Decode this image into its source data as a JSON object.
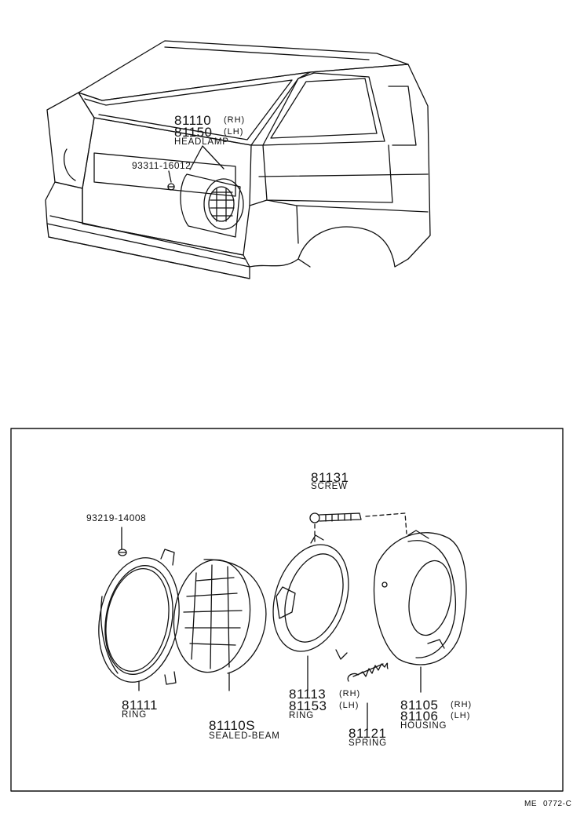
{
  "vehicle_view": {
    "headlamp_labels": {
      "pn_rh": "81110",
      "side_rh": "(RH)",
      "pn_lh": "81150",
      "side_lh": "(LH)",
      "name": "HEADLAMP"
    },
    "bolt_label": "93311-16012"
  },
  "exploded_view": {
    "screw": {
      "pn": "81131",
      "name": "SCREW"
    },
    "small_screw": {
      "pn": "93219-14008"
    },
    "ring_outer": {
      "pn": "81111",
      "name": "RING"
    },
    "sealed_beam": {
      "pn": "81110S",
      "name": "SEALED-BEAM"
    },
    "ring_inner": {
      "pn_rh": "81113",
      "side_rh": "(RH)",
      "pn_lh": "81153",
      "side_lh": "(LH)",
      "name": "RING"
    },
    "spring": {
      "pn": "81121",
      "name": "SPRING"
    },
    "housing": {
      "pn_rh": "81105",
      "side_rh": "(RH)",
      "pn_lh": "81106",
      "side_lh": "(LH)",
      "name": "HOUSING"
    }
  },
  "footer": {
    "ref_left": "ME",
    "ref_right": "0772-C"
  }
}
